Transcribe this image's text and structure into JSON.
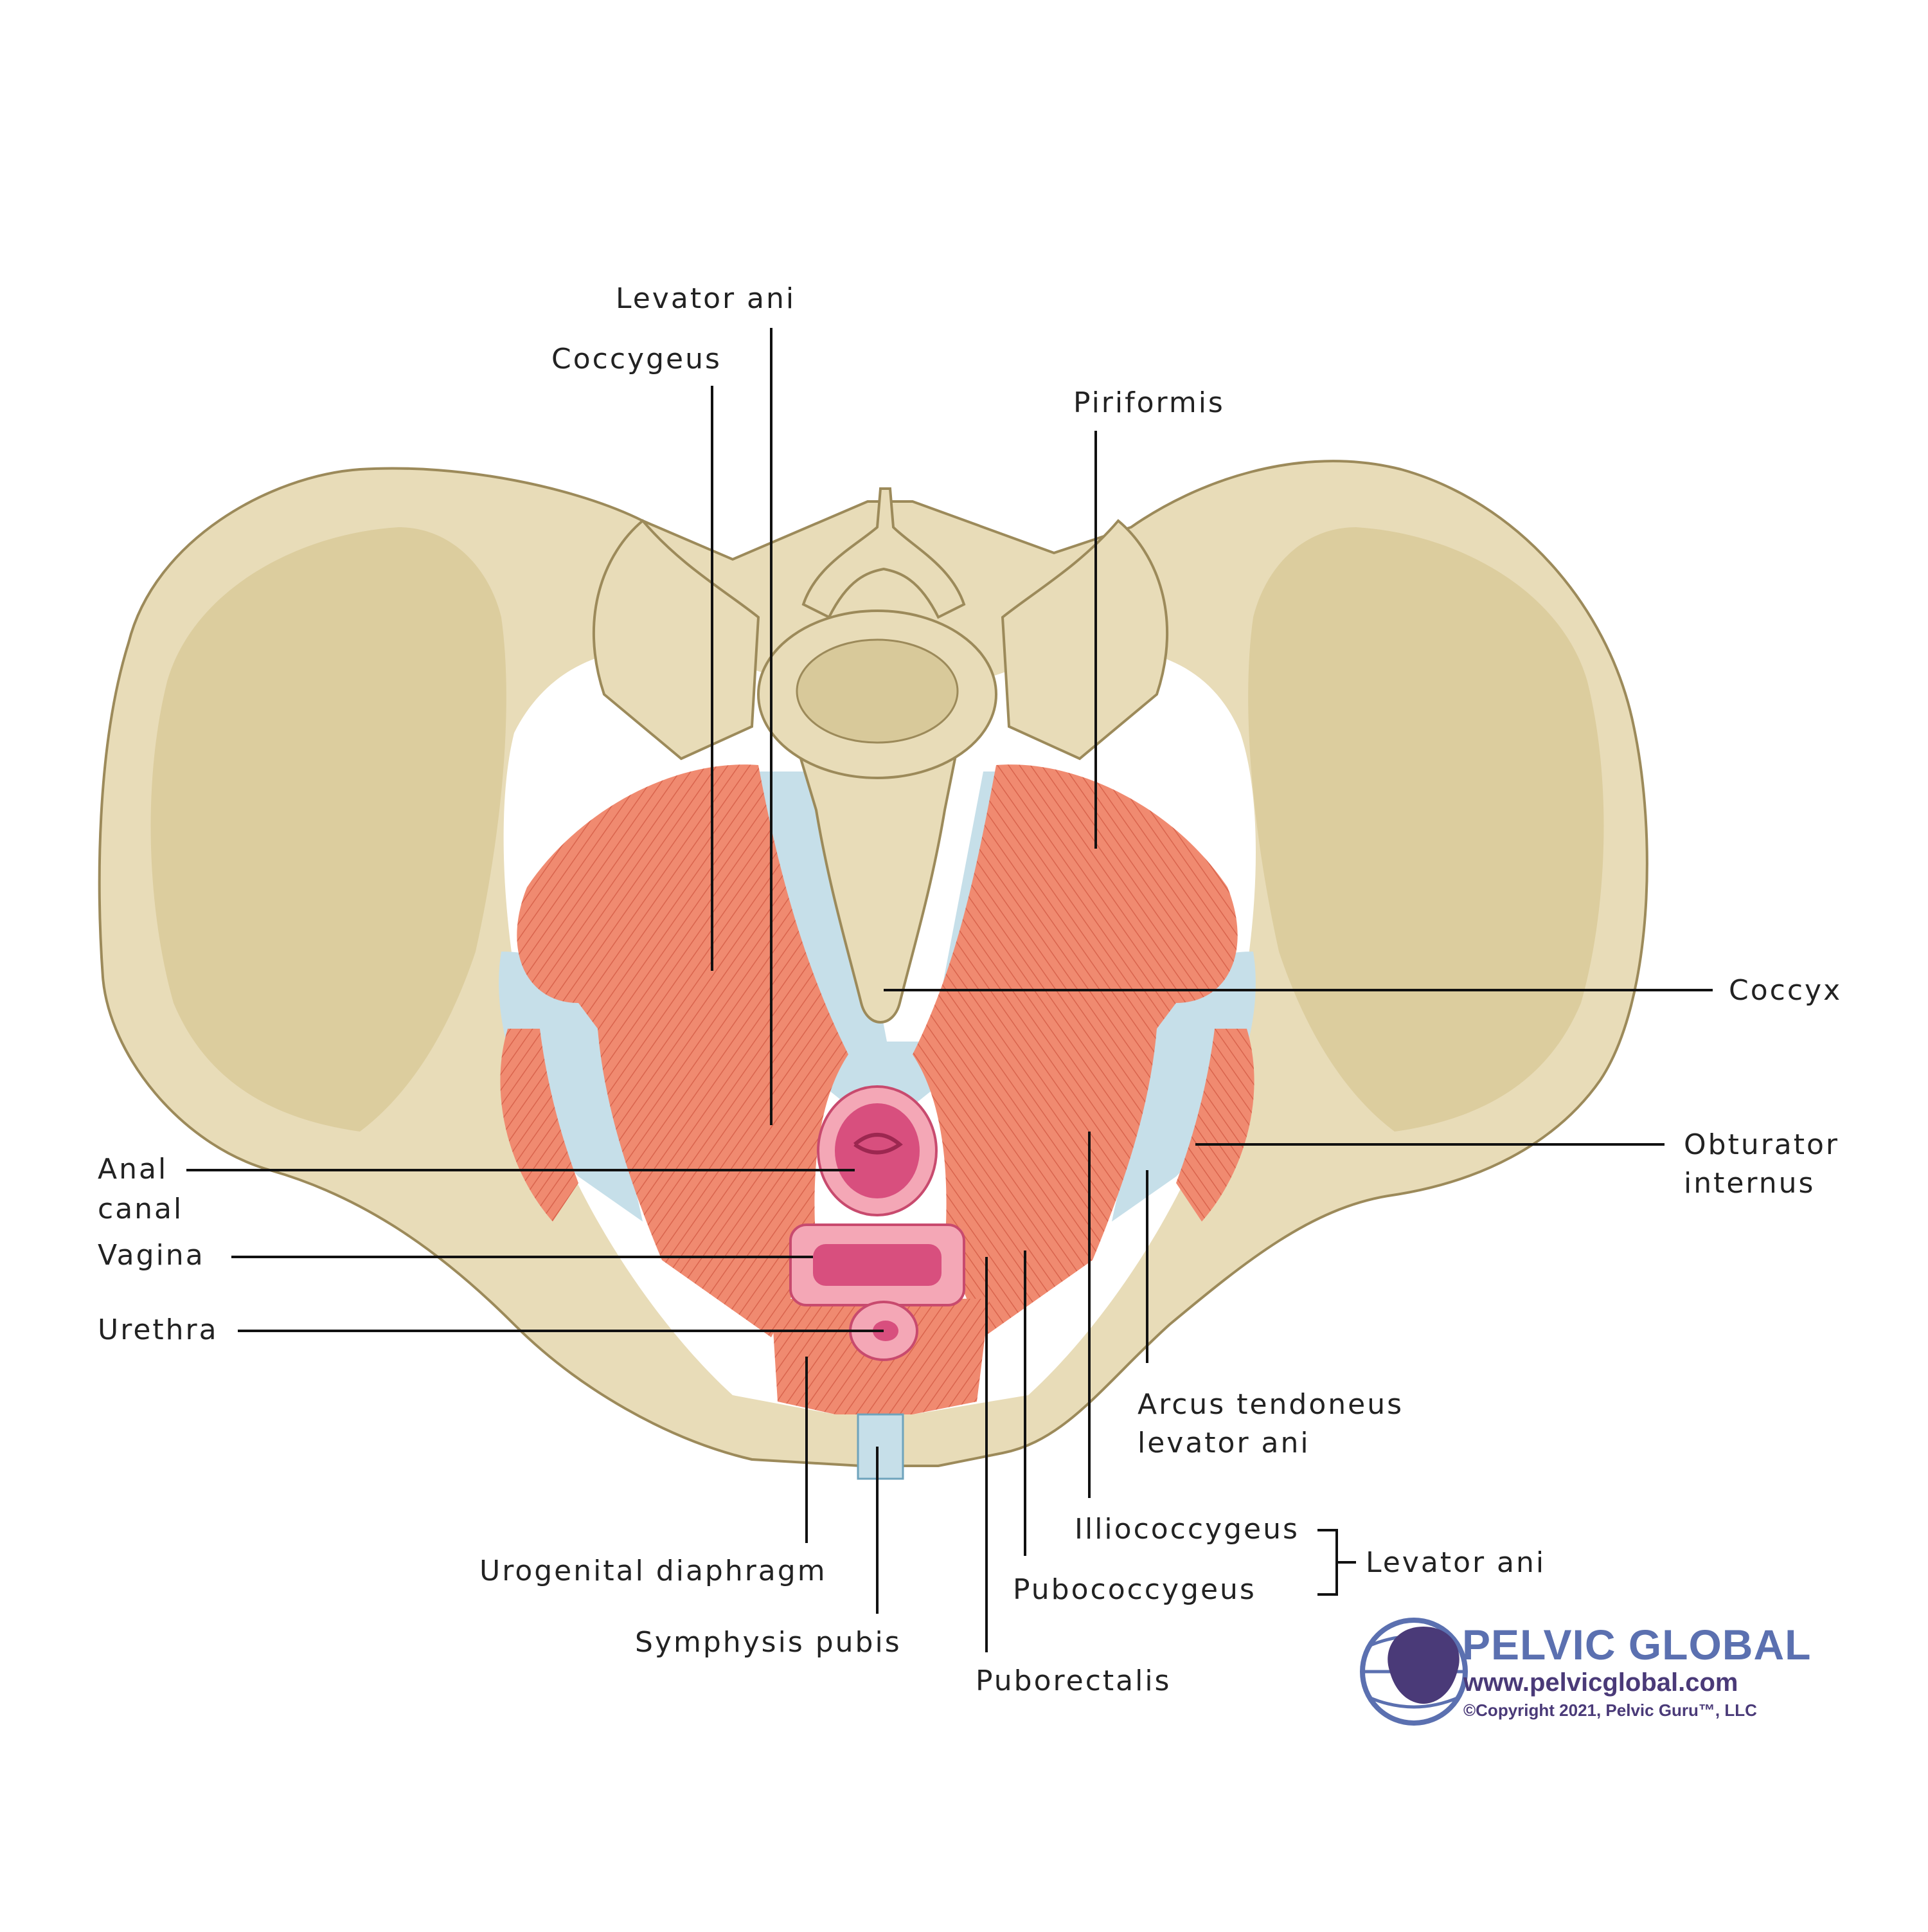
{
  "labels": {
    "levator_ani_top": "Levator ani",
    "coccygeus": "Coccygeus",
    "piriformis": "Piriformis",
    "coccyx": "Coccyx",
    "obturator_internus_1": "Obturator",
    "obturator_internus_2": "internus",
    "anal_canal_1": "Anal",
    "anal_canal_2": "canal",
    "vagina": "Vagina",
    "urethra": "Urethra",
    "arcus_1": "Arcus tendoneus",
    "arcus_2": "levator ani",
    "illiococcygeus": "Illiococcygeus",
    "pubococcygeus": "Pubococcygeus",
    "levator_ani_group": "Levator ani",
    "urogenital_diaphragm": "Urogenital diaphragm",
    "symphysis_pubis": "Symphysis pubis",
    "puborectalis": "Puborectalis"
  },
  "logo": {
    "title": "PELVIC GLOBAL",
    "url": "www.pelvicglobal.com",
    "copyright": "©Copyright 2021, Pelvic Guru™, LLC"
  },
  "colors": {
    "bone": "#e8dcb8",
    "bone_outline": "#9c8a5a",
    "muscle": "#f08a70",
    "ligament": "#c6dfe9",
    "mucosa": "#d84f7e",
    "brand_blue": "#5b70b0",
    "brand_purple": "#4a3a78"
  }
}
